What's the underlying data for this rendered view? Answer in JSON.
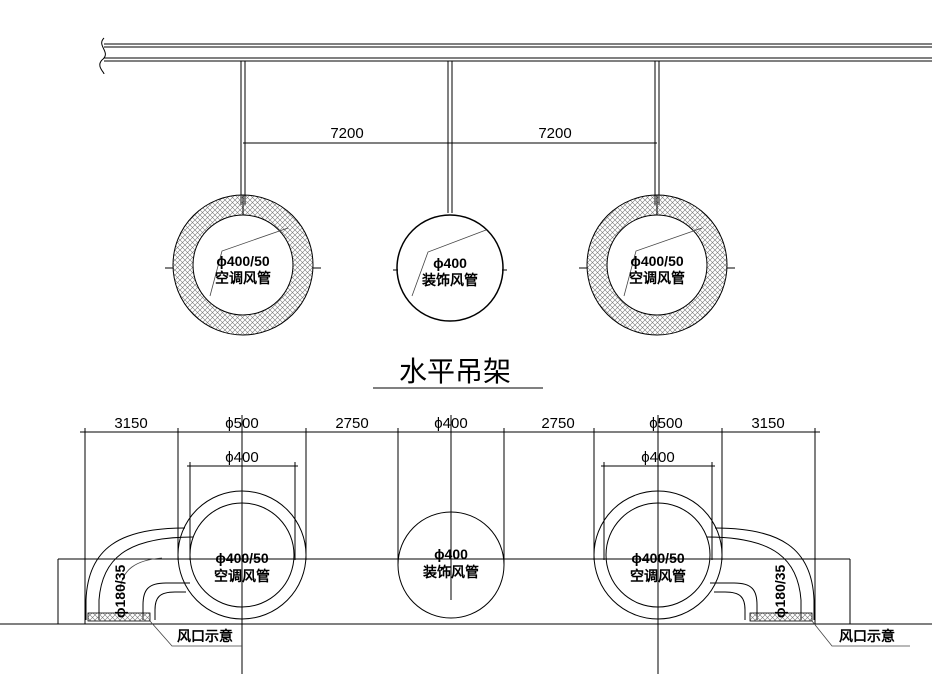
{
  "top": {
    "span_left": "7200",
    "span_right": "7200",
    "duct_left": {
      "size": "ϕ400/50",
      "name": "空调风管"
    },
    "duct_mid": {
      "size": "ϕ400",
      "name": "装饰风管"
    },
    "duct_right": {
      "size": "ϕ400/50",
      "name": "空调风管"
    }
  },
  "title": "水平吊架",
  "bottom": {
    "dims": [
      "3150",
      "ϕ500",
      "2750",
      "ϕ400",
      "2750",
      "ϕ500",
      "3150"
    ],
    "inner_left": "ϕ400",
    "inner_right": "ϕ400",
    "duct_left": {
      "size": "ϕ400/50",
      "name": "空调风管"
    },
    "duct_mid": {
      "size": "ϕ400",
      "name": "装饰风管"
    },
    "duct_right": {
      "size": "ϕ400/50",
      "name": "空调风管"
    },
    "branch_left": "ϕ180/35",
    "branch_right": "ϕ180/35",
    "outlet_left": "风口示意",
    "outlet_right": "风口示意"
  }
}
